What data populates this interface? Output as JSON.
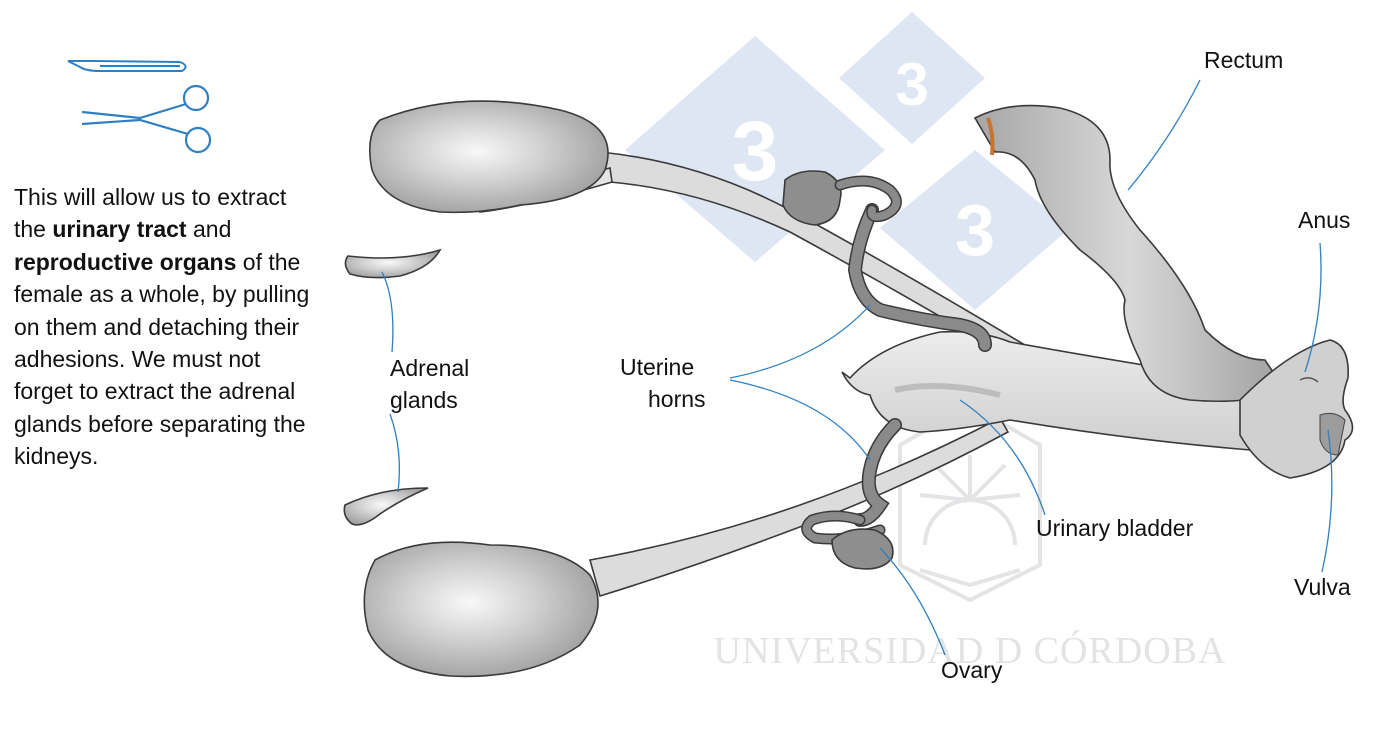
{
  "description": {
    "t1": "This will allow us to extract the ",
    "b1": "urinary tract",
    "t2": " and ",
    "b2": "reproductive organs",
    "t3": " of the female as a whole, by pulling on them and detaching their adhesions. We must not forget to extract the adrenal glands before separating the kidneys."
  },
  "labels": {
    "rectum": "Rectum",
    "anus": "Anus",
    "vulva": "Vulva",
    "urinary_bladder": "Urinary bladder",
    "ovary": "Ovary",
    "uterine_line1": "Uterine",
    "uterine_line2": "horns",
    "adrenal_line1": "Adrenal",
    "adrenal_line2": "glands"
  },
  "watermark": {
    "institution": "UNIVERSIDAD D CÓRDOBA",
    "logo_digit": "3"
  },
  "icons": [
    "scalpel-icon",
    "scissors-icon"
  ],
  "colors": {
    "leader_line": "#2f7fc1",
    "icon_stroke": "#2f7fc1",
    "watermark_blue": "#dde6f2",
    "organ_fill": "#c4c4c4",
    "uterus_fill": "#8a8a8a"
  }
}
